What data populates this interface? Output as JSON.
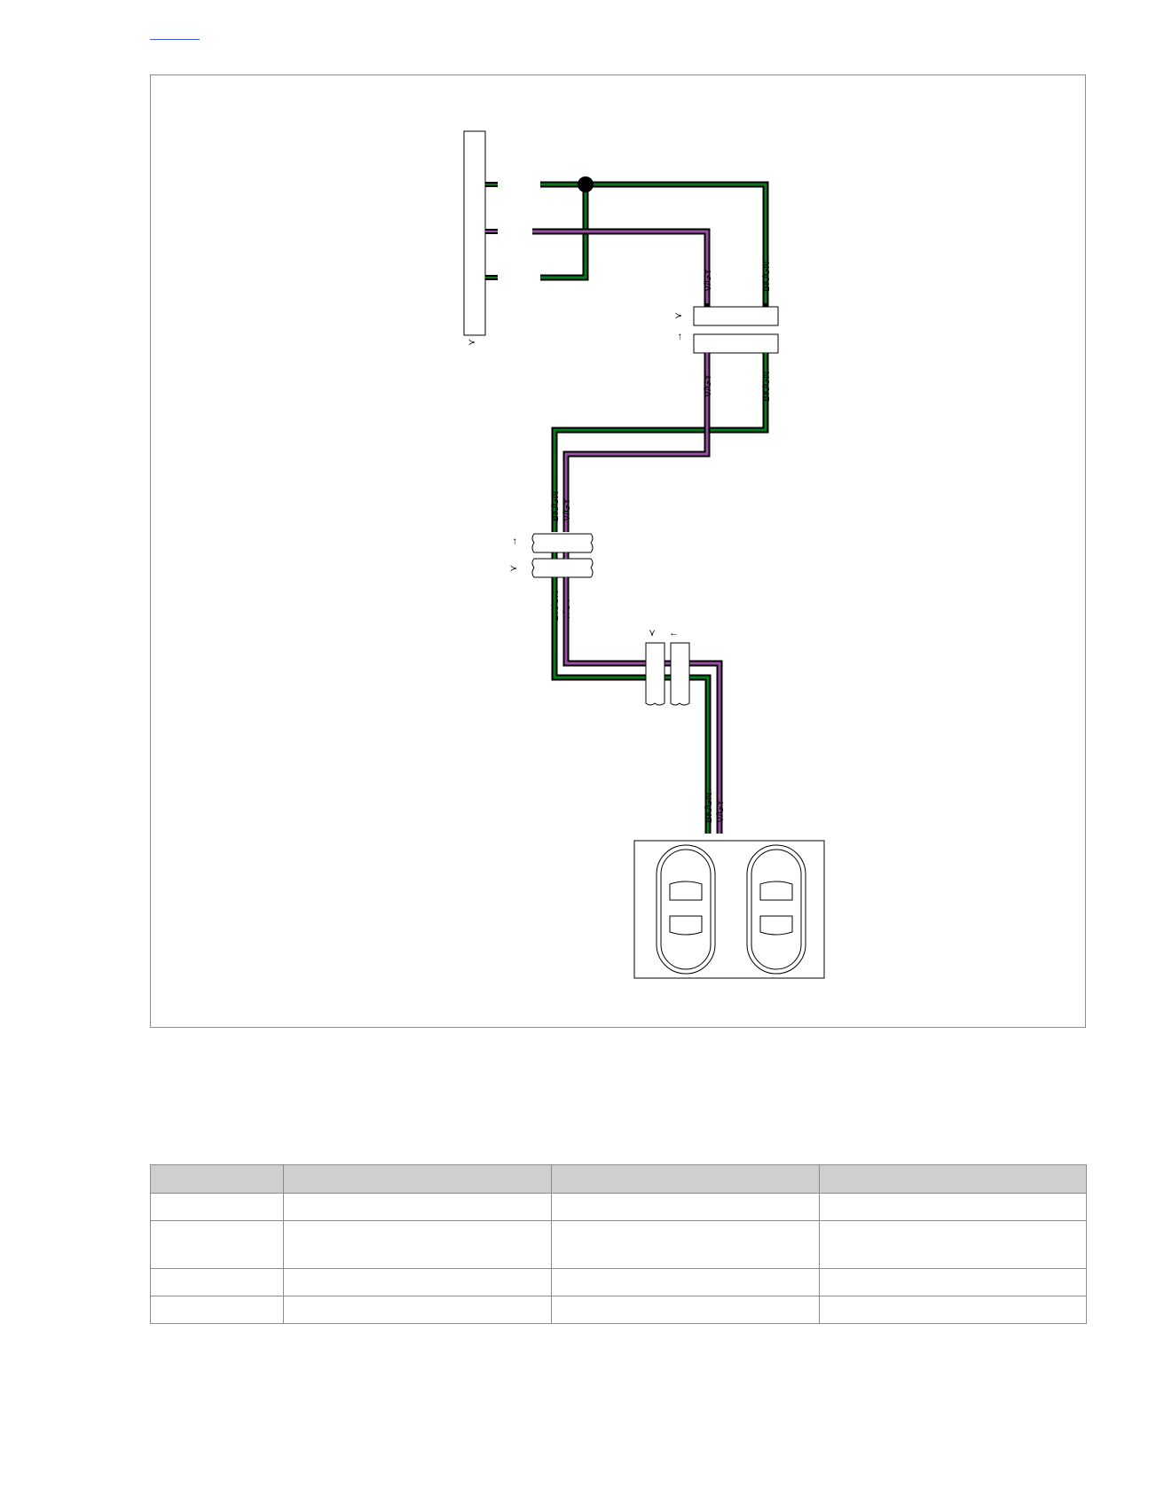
{
  "header": {
    "link_text": ""
  },
  "diagram": {
    "wires": [
      {
        "code": "BK/GN",
        "color": "#0a7a1c"
      },
      {
        "code": "V/GY",
        "color": "#9b4fa6"
      }
    ],
    "labels": {
      "v_gy_top": "V/GY",
      "bk_gn_top": "BK/GN",
      "v_gy_mid": "V/GY",
      "bk_gn_mid": "BK/GN",
      "bk_gn_a": "BK/GN",
      "v_gy_a": "V/GY",
      "bk_gn_b": "BK/GN",
      "v_gy_b": "V/GY",
      "bk_gn_c": "BK/GN",
      "v_gy_c": "V/GY"
    }
  },
  "table": {
    "headers": [
      "",
      "",
      "",
      ""
    ],
    "rows": [
      [
        "",
        "",
        "",
        ""
      ],
      [
        "",
        "",
        "",
        ""
      ],
      [
        "",
        "",
        "",
        ""
      ],
      [
        "",
        "",
        "",
        ""
      ]
    ]
  }
}
